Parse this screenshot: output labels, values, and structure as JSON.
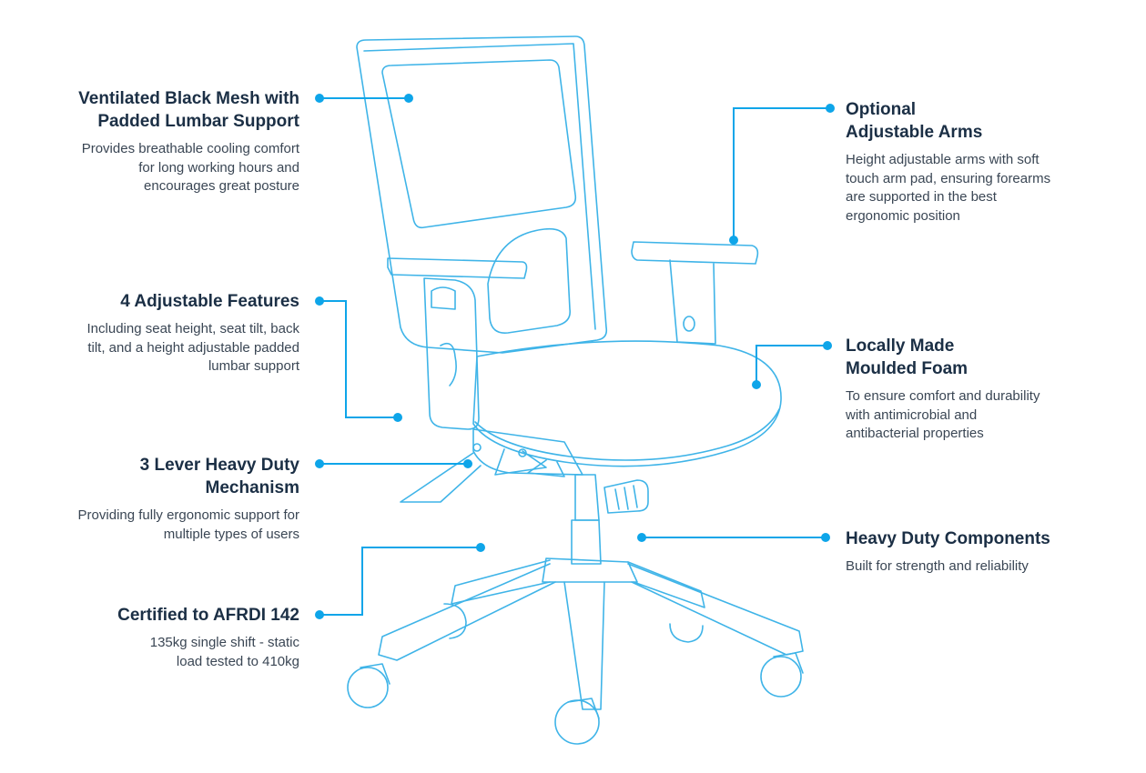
{
  "colors": {
    "accent": "#0ea5e9",
    "outline": "#3fb4e8",
    "heading": "#1b2f45",
    "body": "#3a4654"
  },
  "features": {
    "mesh": {
      "title": "Ventilated Black Mesh with Padded Lumbar Support",
      "desc": "Provides breathable cooling comfort for long working hours and encourages great posture"
    },
    "adjustable": {
      "title": "4 Adjustable Features",
      "desc": "Including seat height, seat tilt, back tilt, and a height adjustable padded lumbar support"
    },
    "mechanism": {
      "title": "3 Lever Heavy Duty Mechanism",
      "desc": "Providing fully ergonomic support for multiple types of users"
    },
    "certified": {
      "title": "Certified to AFRDI 142",
      "desc": "135kg single shift - static load tested to 410kg"
    },
    "arms": {
      "title": "Optional Adjustable Arms",
      "desc": "Height adjustable arms with soft touch arm pad, ensuring forearms are supported in the best ergonomic position"
    },
    "foam": {
      "title": "Locally Made Moulded Foam",
      "desc": "To ensure comfort and durability with antimicrobial and antibacterial properties"
    },
    "components": {
      "title": "Heavy Duty Components",
      "desc": "Built for strength and reliability"
    }
  }
}
